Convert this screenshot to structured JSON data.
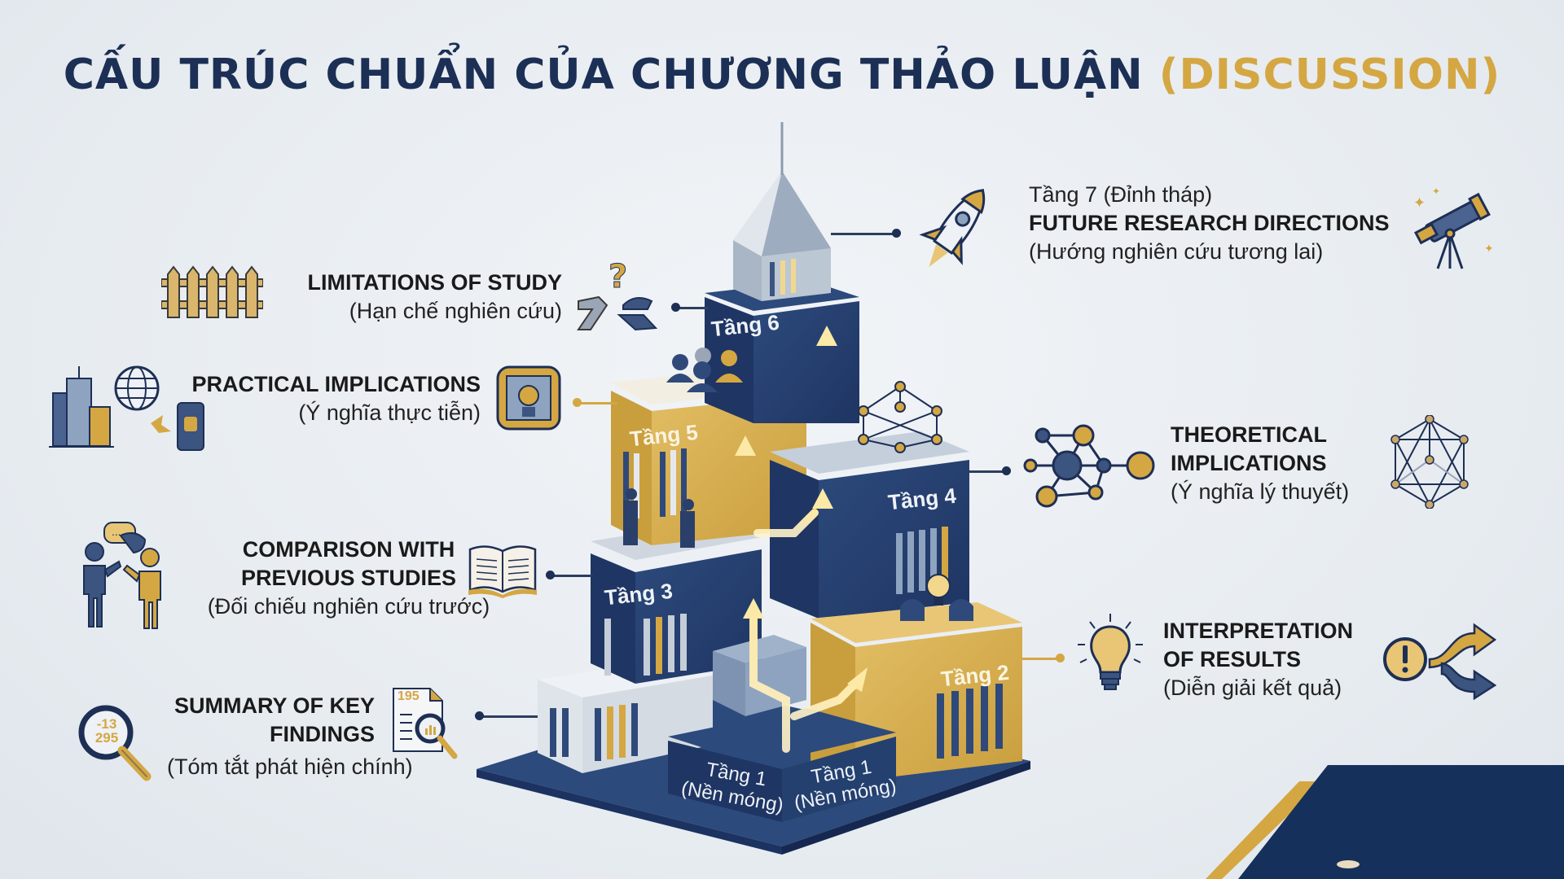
{
  "title": {
    "main": "CẤU TRÚC CHUẨN CỦA CHƯƠNG THẢO LUẬN",
    "accent": "(DISCUSSION)"
  },
  "colors": {
    "navy": "#1e2f55",
    "blue": "#2f4a7a",
    "gold": "#d4a743",
    "light": "#e6ebf0"
  },
  "sections": {
    "future": {
      "tier": "Tầng 7 (Đỉnh tháp)",
      "heading": "FUTURE RESEARCH DIRECTIONS",
      "sub": "(Hướng nghiên cứu tương lai)",
      "icons": [
        "rocket-icon",
        "telescope-icon"
      ]
    },
    "limitations": {
      "heading": "LIMITATIONS OF STUDY",
      "sub": "(Hạn chế nghiên cứu)",
      "icons": [
        "fence-icon",
        "broken-path-question-icon"
      ]
    },
    "practical": {
      "heading": "PRACTICAL IMPLICATIONS",
      "sub": "(Ý nghĩa thực tiễn)",
      "icons": [
        "city-buildings-icon",
        "globe-icon",
        "smartphone-icon",
        "application-gear-icon"
      ]
    },
    "theoretical": {
      "heading_line1": "THEORETICAL",
      "heading_line2": "IMPLICATIONS",
      "sub": "(Ý nghĩa lý thuyết)",
      "icons": [
        "network-nodes-icon",
        "polyhedron-network-icon"
      ]
    },
    "comparison": {
      "heading_line1": "COMPARISON WITH",
      "heading_line2": "PREVIOUS STUDIES",
      "sub": "(Đối chiếu nghiên cứu trước)",
      "icons": [
        "people-talking-icon",
        "open-book-icon"
      ]
    },
    "interpretation": {
      "heading_line1": "INTERPRETATION",
      "heading_line2": "OF RESULTS",
      "sub": "(Diễn giải kết quả)",
      "icons": [
        "lightbulb-icon",
        "branching-arrows-icon"
      ]
    },
    "summary": {
      "heading_line1": "SUMMARY OF KEY",
      "heading_line2": "FINDINGS",
      "sub": "(Tóm tắt phát hiện chính)",
      "icons": [
        "magnifier-numbers-icon",
        "document-search-icon"
      ],
      "magnifier_numbers": [
        "-13",
        "295"
      ],
      "document_number": "195"
    }
  },
  "tower": {
    "floors": [
      {
        "label": "Tầng 1",
        "sub": "(Nền móng)"
      },
      {
        "label": "Tầng 1",
        "sub": "(Nền móng)"
      },
      {
        "label": "Tầng 2"
      },
      {
        "label": "Tầng 3"
      },
      {
        "label": "Tầng 4"
      },
      {
        "label": "Tầng 5"
      },
      {
        "label": "Tầng 6"
      }
    ]
  }
}
